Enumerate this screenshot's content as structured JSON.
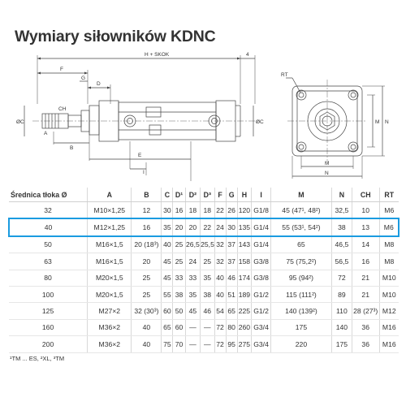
{
  "title": "Wymiary siłowników KDNC",
  "drawing": {
    "labels": {
      "h_skok": "H + SKOK",
      "four": "4",
      "f": "F",
      "g": "G",
      "d": "D",
      "a": "A",
      "ch": "CH",
      "oc_left": "ØC",
      "oc_right": "ØC",
      "b": "B",
      "e": "E",
      "i": "I",
      "rt": "RT",
      "m_side": "M",
      "n_side": "N",
      "m_bottom": "M",
      "n_bottom": "N"
    }
  },
  "table": {
    "headers": [
      "Średnica tłoka Ø",
      "A",
      "B",
      "C",
      "D¹",
      "D²",
      "D³",
      "F",
      "G",
      "H",
      "I",
      "M",
      "N",
      "CH",
      "RT"
    ],
    "rows": [
      [
        "32",
        "M10×1,25",
        "12",
        "30",
        "16",
        "18",
        "18",
        "22",
        "26",
        "120",
        "G1/8",
        "45 (47¹, 48²)",
        "32,5",
        "10",
        "M6"
      ],
      [
        "40",
        "M12×1,25",
        "16",
        "35",
        "20",
        "20",
        "22",
        "24",
        "30",
        "135",
        "G1/4",
        "55 (53¹, 54²)",
        "38",
        "13",
        "M6"
      ],
      [
        "50",
        "M16×1,5",
        "20 (18³)",
        "40",
        "25",
        "26,5",
        "25,5",
        "32",
        "37",
        "143",
        "G1/4",
        "65",
        "46,5",
        "14",
        "M8"
      ],
      [
        "63",
        "M16×1,5",
        "20",
        "45",
        "25",
        "24",
        "25",
        "32",
        "37",
        "158",
        "G3/8",
        "75 (75,2²)",
        "56,5",
        "16",
        "M8"
      ],
      [
        "80",
        "M20×1,5",
        "25",
        "45",
        "33",
        "33",
        "35",
        "40",
        "46",
        "174",
        "G3/8",
        "95 (94²)",
        "72",
        "21",
        "M10"
      ],
      [
        "100",
        "M20×1,5",
        "25",
        "55",
        "38",
        "35",
        "38",
        "40",
        "51",
        "189",
        "G1/2",
        "115 (111²)",
        "89",
        "21",
        "M10"
      ],
      [
        "125",
        "M27×2",
        "32 (30³)",
        "60",
        "50",
        "45",
        "46",
        "54",
        "65",
        "225",
        "G1/2",
        "140 (139²)",
        "110",
        "28 (27³)",
        "M12"
      ],
      [
        "160",
        "M36×2",
        "40",
        "65",
        "60",
        "—",
        "—",
        "72",
        "80",
        "260",
        "G3/4",
        "175",
        "140",
        "36",
        "M16"
      ],
      [
        "200",
        "M36×2",
        "40",
        "75",
        "70",
        "—",
        "—",
        "72",
        "95",
        "275",
        "G3/4",
        "220",
        "175",
        "36",
        "M16"
      ]
    ]
  },
  "footnote": "¹TM ... ES, ²XL, ³TM"
}
